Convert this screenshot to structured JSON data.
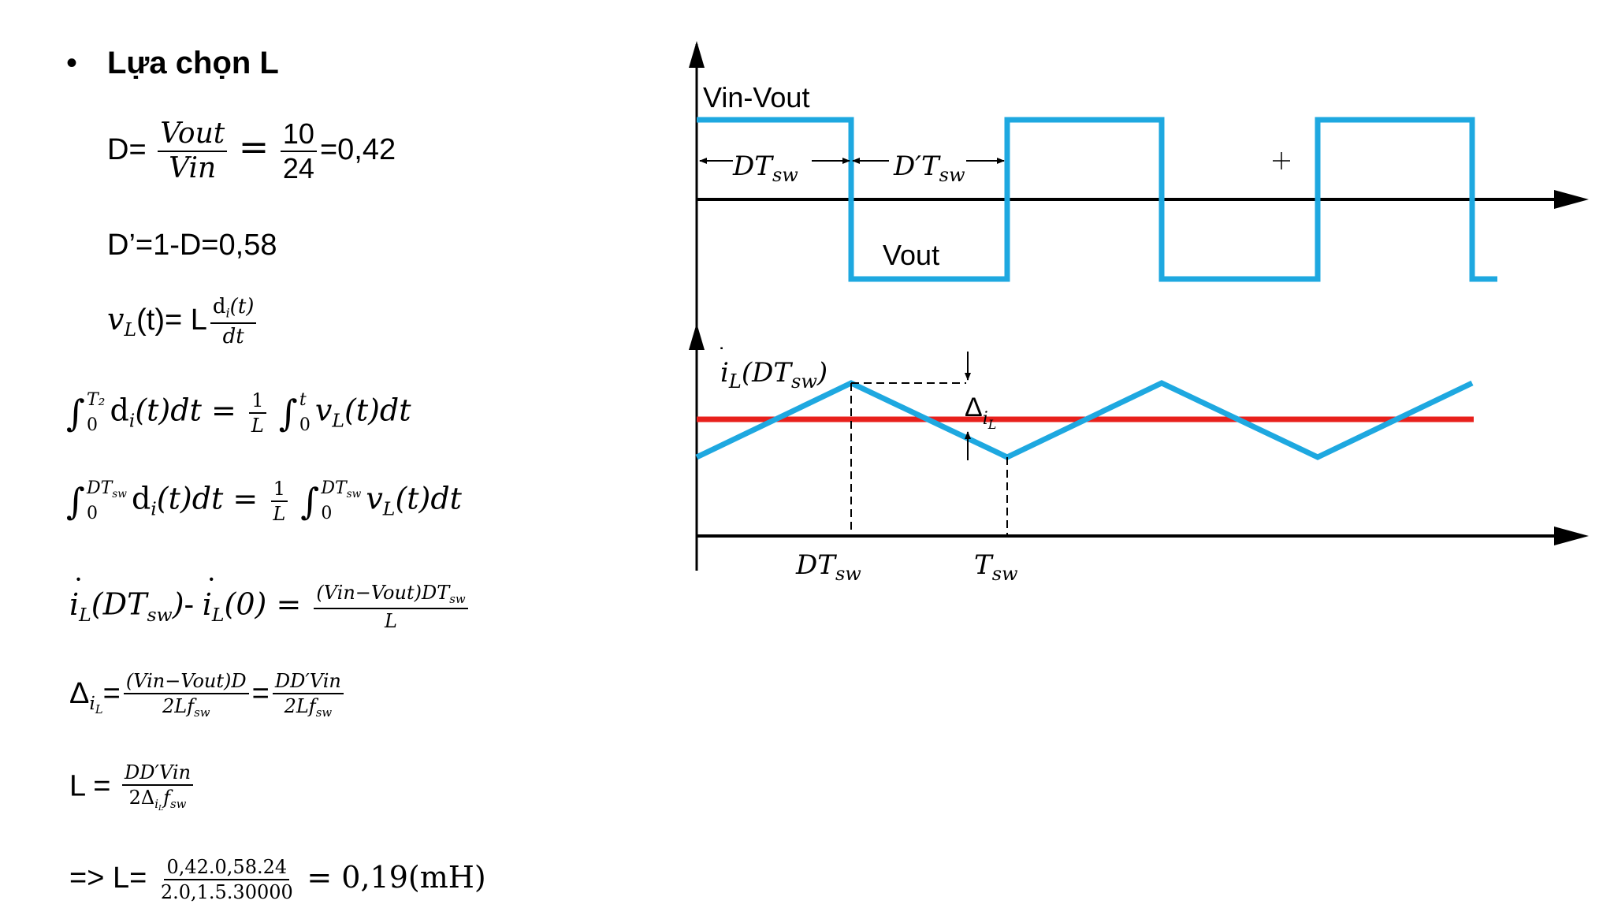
{
  "slide": {
    "bullet": "•",
    "title": "Lựa chọn L"
  },
  "eq1": {
    "lhs": "D=",
    "num1": "Vout",
    "den1": "Vin",
    "eq": "=",
    "num2": "10",
    "den2": "24",
    "rhs": "=0,42"
  },
  "eq2": {
    "text": "D’=1-D=0,58"
  },
  "eq3": {
    "lhs_v": "v",
    "lhs_sub": "L",
    "lhs_t": "(t)= L",
    "num_d": "d",
    "num_sub": "i",
    "num_t": "(t)",
    "den": "dt"
  },
  "eq4": {
    "upper": "T₂",
    "lower": "0",
    "integrand_d": "d",
    "integrand_sub": "i",
    "integrand_t": "(t)dt",
    "eq": "=",
    "fnum": "1",
    "fden": "L",
    "upper2": "t",
    "lower2": "0",
    "rhs_v": "v",
    "rhs_sub": "L",
    "rhs_t": "(t)dt"
  },
  "eq5": {
    "upper": "DT",
    "upper_sub": "sw",
    "lower": "0",
    "integrand_d": "d",
    "integrand_sub": "i",
    "integrand_t": "(t)dt",
    "eq": "=",
    "fnum": "1",
    "fden": "L",
    "upper2": "DT",
    "upper2_sub": "sw",
    "lower2": "0",
    "rhs_v": "v",
    "rhs_sub": "L",
    "rhs_t": "(t)dt"
  },
  "eq6": {
    "a": "i",
    "a_sub": "L",
    "a_arg": "(DT",
    "a_arg_sub": "sw",
    "a_close": ")",
    "minus": "- ",
    "b": "i",
    "b_sub": "L",
    "b_arg": "(0)",
    "eq": "=",
    "num": "(Vin−Vout)DT",
    "num_sub": "sw",
    "den": "L"
  },
  "eq7": {
    "lhs": "Δ",
    "lhs_sub": "i",
    "lhs_subsub": "L",
    "eq1": "=",
    "num1": "(Vin−Vout)D",
    "den1": "2Lf",
    "den1_sub": "sw",
    "eq2": "=",
    "num2": "DD′Vin",
    "den2": "2Lf",
    "den2_sub": "sw"
  },
  "eq8": {
    "lhs": "L =",
    "num": "DD′Vin",
    "den_a": "2Δ",
    "den_sub": "i",
    "den_subsub": "L",
    "den_b": "f",
    "den_b_sub": "sw"
  },
  "eq9": {
    "lhs": "=> L=",
    "num": "0,42.0,58.24",
    "den": "2.0,1.5.30000",
    "rhs": "= 0,19(mH)"
  },
  "diagram": {
    "voltage_top_label": "Vin-Vout",
    "voltage_bottom_label": "Vout",
    "dt_label": "DT",
    "dt_sub": "sw",
    "dpt_label": "D′T",
    "dpt_sub": "sw",
    "peak_label_i": "i",
    "peak_label_sub": "L",
    "peak_label_arg": "(DT",
    "peak_label_arg_sub": "sw",
    "peak_label_close": ")",
    "ripple_label": "Δ",
    "ripple_sub": "i",
    "ripple_subsub": "L",
    "xtick1": "DT",
    "xtick1_sub": "sw",
    "xtick2": "T",
    "xtick2_sub": "sw",
    "colors": {
      "waveform": "#1ea8e0",
      "average": "#e8201c",
      "axis": "#000000"
    }
  }
}
